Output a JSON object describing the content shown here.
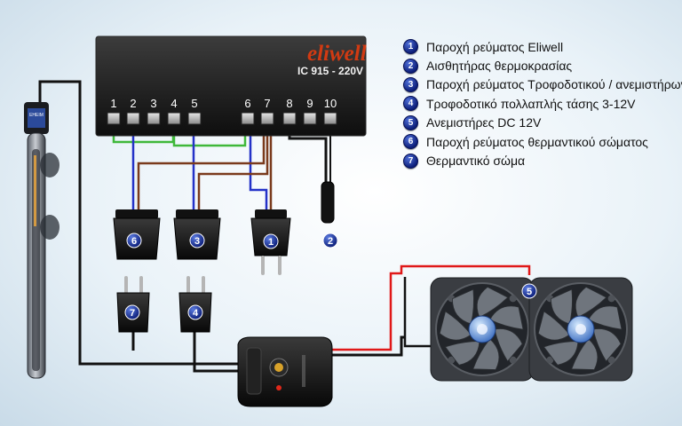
{
  "controller": {
    "brand": "eliwell",
    "model": "IC 915 - 220V",
    "terminals": [
      "1",
      "2",
      "3",
      "4",
      "5",
      "6",
      "7",
      "8",
      "9",
      "10"
    ]
  },
  "legend": [
    {
      "num": "1",
      "text": "Παροχή ρεύματος Eliwell"
    },
    {
      "num": "2",
      "text": "Αισθητήρας θερμοκρασίας"
    },
    {
      "num": "3",
      "text": "Παροχή ρεύματος Τροφοδοτικού / ανεμιστήρων"
    },
    {
      "num": "4",
      "text": "Τροφοδοτικό πολλαπλής τάσης 3-12V"
    },
    {
      "num": "5",
      "text": "Ανεμιστήρες DC 12V"
    },
    {
      "num": "6",
      "text": "Παροχή ρεύματος θερμαντικού σώματος"
    },
    {
      "num": "7",
      "text": "Θερμαντικό σώμα"
    }
  ],
  "badges": {
    "socket_heater": "6",
    "socket_psu": "3",
    "plug_mains": "1",
    "sensor": "2",
    "fans": "5",
    "plug_heater": "7",
    "plug_psu": "4"
  },
  "heater": {
    "brand": "EHEIM"
  },
  "colors": {
    "green_wire": "#3fb83a",
    "blue_wire": "#2432c8",
    "brown_wire": "#7a3a1c",
    "red_wire": "#e01818",
    "black_wire": "#111111",
    "badge": "#1a2d9a"
  }
}
